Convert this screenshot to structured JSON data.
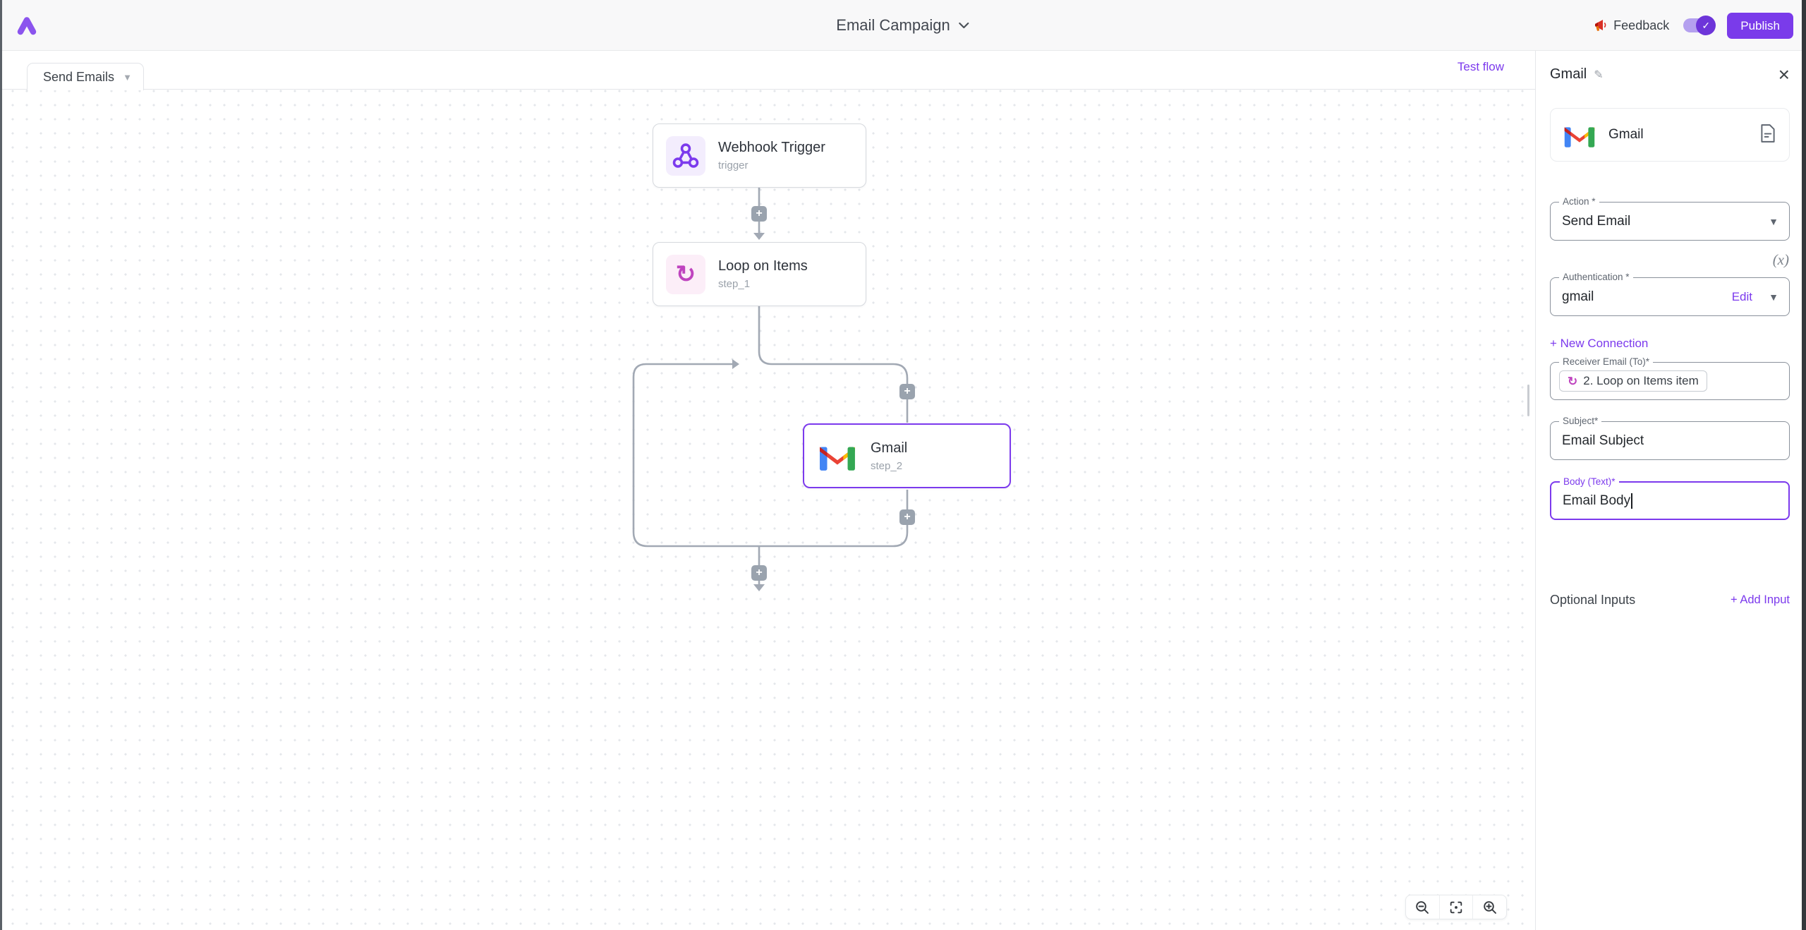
{
  "topbar": {
    "title": "Email Campaign",
    "feedback": "Feedback",
    "publish": "Publish"
  },
  "flow_tabs": {
    "current": "Send Emails"
  },
  "canvas": {
    "test_flow": "Test flow",
    "nodes": {
      "webhook": {
        "title": "Webhook Trigger",
        "subtitle": "trigger"
      },
      "loop": {
        "title": "Loop on Items",
        "subtitle": "step_1"
      },
      "gmail": {
        "title": "Gmail",
        "subtitle": "step_2"
      }
    },
    "add_step_symbol": "+"
  },
  "panel": {
    "title": "Gmail",
    "app_name": "Gmail",
    "action_label": "Action *",
    "action_value": "Send Email",
    "dynamic_token": "(x)",
    "auth_label": "Authentication *",
    "auth_value": "gmail",
    "auth_edit": "Edit",
    "new_connection": "+ New Connection",
    "receiver_label": "Receiver Email (To)*",
    "receiver_chip": "2. Loop on Items item",
    "subject_label": "Subject*",
    "subject_value": "Email Subject",
    "body_label": "Body (Text)*",
    "body_value": "Email Body",
    "optional_inputs": "Optional Inputs",
    "add_input": "+ Add Input"
  },
  "colors": {
    "accent": "#7c3aed",
    "connector": "#a2a9b4",
    "loop_pink": "#bf44bf",
    "gmail_red": "#EA4335",
    "gmail_blue": "#4285F4",
    "gmail_green": "#34A853",
    "gmail_yellow": "#FBBC04"
  }
}
